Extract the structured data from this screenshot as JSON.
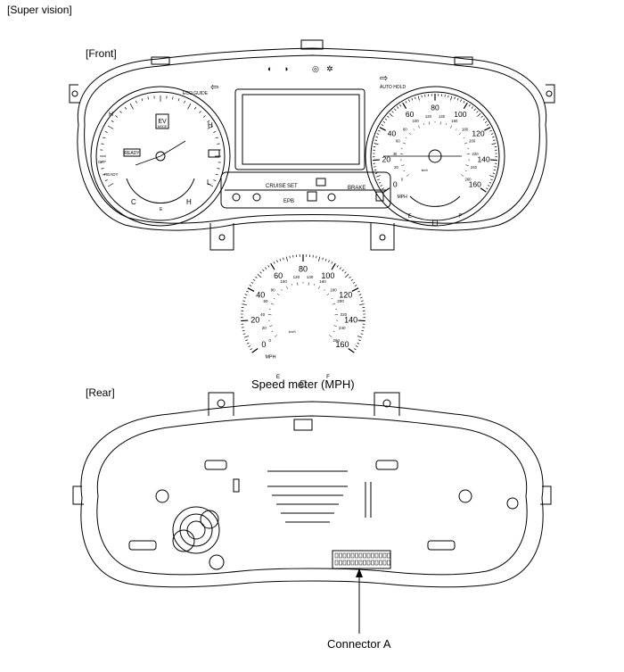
{
  "header": {
    "title": "[Super vision]"
  },
  "front": {
    "label": "[Front]",
    "left_gauge": {
      "eco_guide": "ECO GUIDE",
      "ev": "EV",
      "ev_sub": "MODE",
      "ready_badge": "READY",
      "ready_text": "READY",
      "off_text": "OFF",
      "marks": [
        "H",
        "C",
        "L",
        "H",
        "E",
        "H"
      ]
    },
    "indicators": {
      "cruise": "CRUISE",
      "set": "SET",
      "auto_hold": "AUTO HOLD",
      "epb": "EPB",
      "brake": "BRAKE"
    },
    "speedometer": {
      "outer": [
        "0",
        "20",
        "40",
        "60",
        "80",
        "100",
        "120",
        "140",
        "160"
      ],
      "inner": [
        "0",
        "20",
        "40",
        "60",
        "80",
        "100",
        "120",
        "140",
        "160",
        "180",
        "200",
        "220",
        "240",
        "260"
      ],
      "unit_mph": "MPH",
      "unit_kmh": "km/h",
      "fuel_e": "E",
      "fuel_f": "F"
    }
  },
  "speed_meter": {
    "caption": "Speed meter (MPH)",
    "outer": [
      "0",
      "20",
      "40",
      "60",
      "80",
      "100",
      "120",
      "140",
      "160"
    ],
    "inner": [
      "0",
      "20",
      "40",
      "60",
      "80",
      "100",
      "120",
      "140",
      "160",
      "180",
      "200",
      "220",
      "240",
      "260"
    ],
    "unit_mph": "MPH",
    "unit_kmh": "km/h",
    "fuel_e": "E",
    "fuel_f": "F"
  },
  "rear": {
    "label": "[Rear]",
    "connector_label": "Connector A"
  }
}
